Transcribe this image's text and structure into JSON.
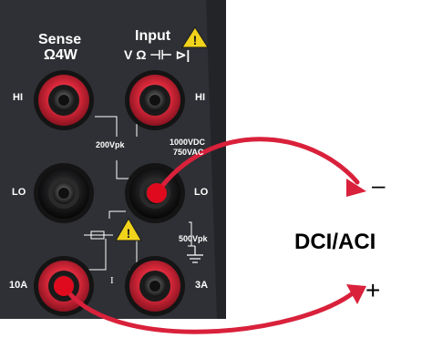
{
  "panel": {
    "sense_title": "Sense",
    "sense_sub": "Ω4W",
    "input_title": "Input",
    "input_sub": "V Ω ⊣⊢ ⊳|",
    "hi_left": "HI",
    "hi_right": "HI",
    "lo_left": "LO",
    "lo_right": "LO",
    "label_10a": "10A",
    "label_3a": "3A",
    "label_200vpk": "200Vpk",
    "label_1000vdc": "1000VDC",
    "label_750vac": "750VAC",
    "label_500vpk": "500Vpk",
    "label_current": "I"
  },
  "annotation": {
    "minus": "–",
    "plus": "+",
    "mode": "DCI/ACI"
  },
  "colors": {
    "panel": "#2f3035",
    "terminal_red": "#d8283a",
    "terminal_black": "#1a1a1a",
    "wire": "#d9213b",
    "warning": "#f2d31c"
  }
}
